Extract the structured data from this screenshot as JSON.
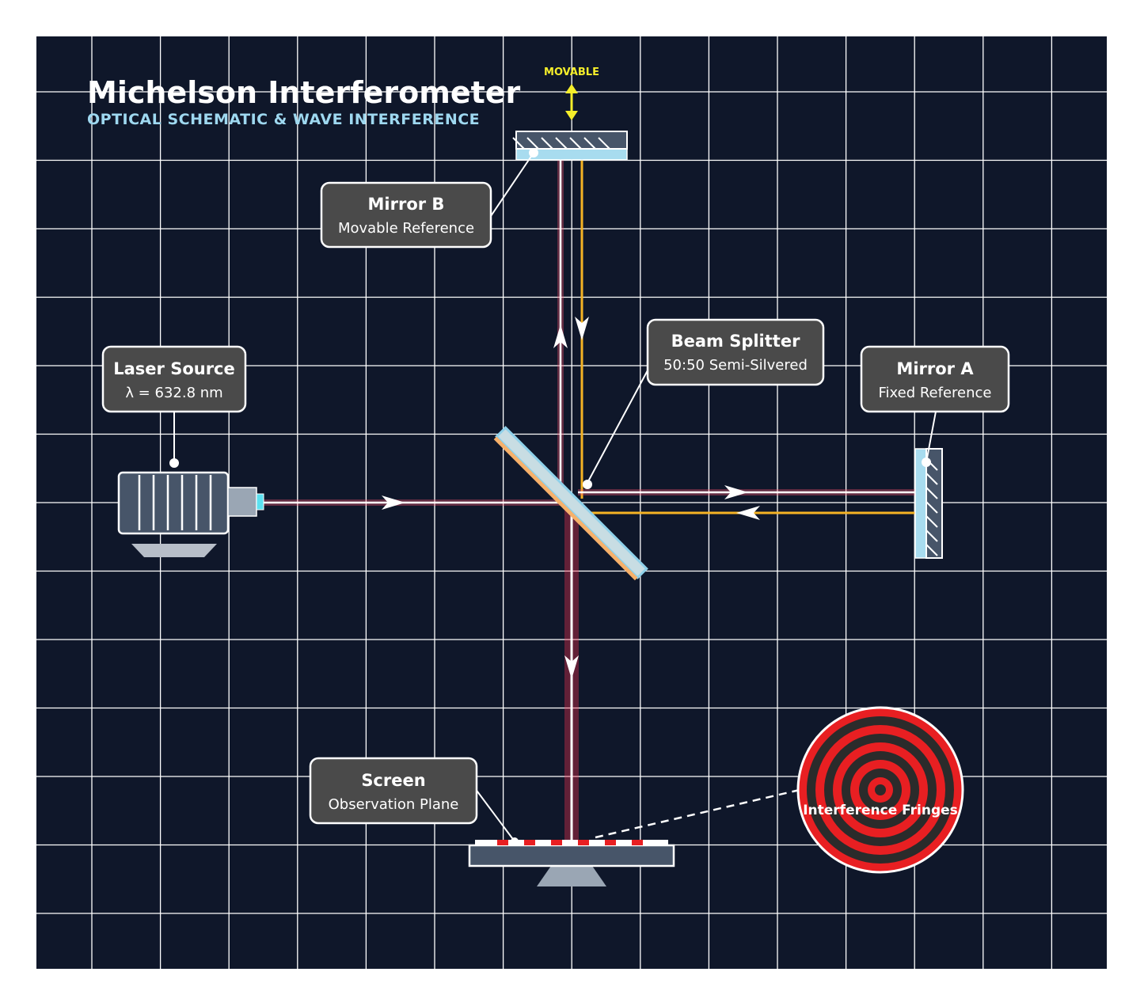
{
  "title": "Michelson Interferometer",
  "subtitle": "OPTICAL SCHEMATIC & WAVE INTERFERENCE",
  "movable_label": "MOVABLE",
  "labels": {
    "laser": {
      "title": "Laser Source",
      "sub": "λ = 632.8 nm"
    },
    "mirror_b": {
      "title": "Mirror B",
      "sub": "Movable Reference"
    },
    "splitter": {
      "title": "Beam Splitter",
      "sub": "50:50 Semi-Silvered"
    },
    "mirror_a": {
      "title": "Mirror A",
      "sub": "Fixed Reference"
    },
    "screen": {
      "title": "Screen",
      "sub": "Observation Plane"
    }
  },
  "fringes_label": "Interference Fringes",
  "colors": {
    "background": "#0f172a",
    "grid": "#ffffff",
    "laser_beam": "#e8a0a8",
    "return_beam": "#f5b324",
    "fringe_red": "#e81f22",
    "fringe_dark": "#2b2b2b",
    "mirror_coating": "#a8dcef",
    "accent_yellow": "#f5ee2a"
  }
}
